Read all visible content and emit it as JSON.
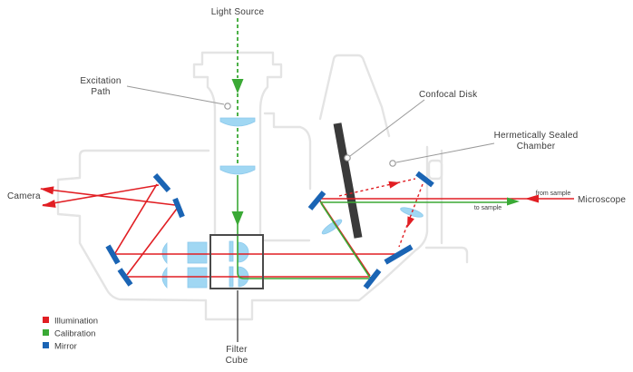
{
  "diagram": {
    "labels": {
      "light_source": "Light Source",
      "excitation_path": [
        "Excitation",
        "Path"
      ],
      "camera": "Camera",
      "confocal_disk": "Confocal Disk",
      "hermetically_sealed_chamber": [
        "Hermetically Sealed",
        "Chamber"
      ],
      "microscope": "Microscope",
      "filter_cube": [
        "Filter",
        "Cube"
      ],
      "from_sample": "from sample",
      "to_sample": "to sample"
    },
    "legend": {
      "items": [
        {
          "label": "Illumination",
          "color": "#e11e23"
        },
        {
          "label": "Calibration",
          "color": "#3aa935"
        },
        {
          "label": "Mirror",
          "color": "#1a64b4"
        }
      ]
    },
    "colors": {
      "illumination_beam": "#e11e23",
      "calibration_beam": "#3aa935",
      "mirror": "#1a64b4",
      "optics_fill": "#a0d7f3",
      "chassis_outline": "#e4e4e4",
      "confocal_disk": "#3a3a3a",
      "filter_cube_outline": "#4a4a4a",
      "label_text": "#3c3c3c",
      "leader_line": "#9a9a9a"
    }
  }
}
